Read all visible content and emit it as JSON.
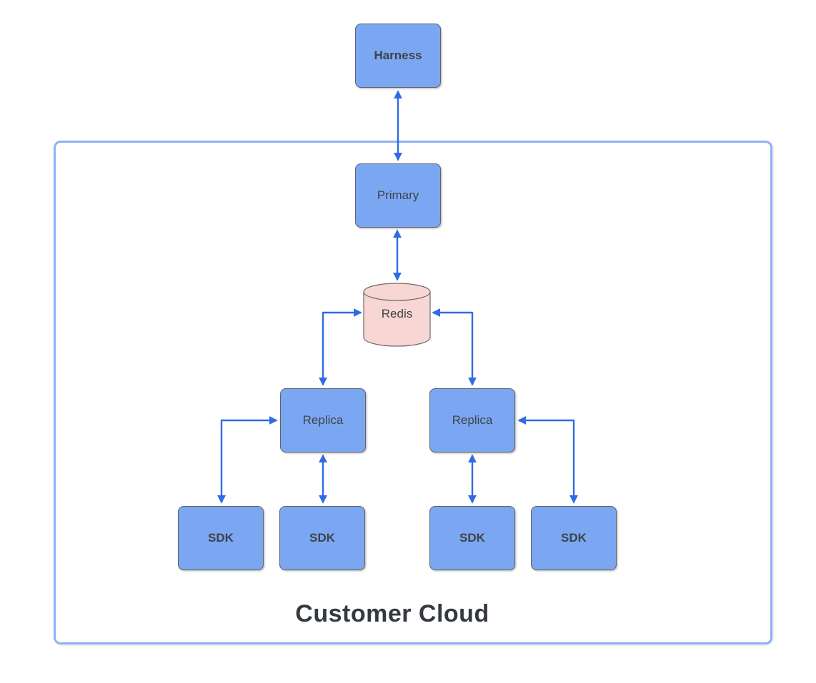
{
  "diagram": {
    "container": {
      "label": "Customer Cloud"
    },
    "nodes": [
      {
        "id": "harness",
        "label": "Harness",
        "type": "rect",
        "bold": true
      },
      {
        "id": "primary",
        "label": "Primary",
        "type": "rect",
        "bold": false
      },
      {
        "id": "redis",
        "label": "Redis",
        "type": "cylinder",
        "bold": false
      },
      {
        "id": "replica-left",
        "label": "Replica",
        "type": "rect",
        "bold": false
      },
      {
        "id": "replica-right",
        "label": "Replica",
        "type": "rect",
        "bold": false
      },
      {
        "id": "sdk-1",
        "label": "SDK",
        "type": "rect",
        "bold": true
      },
      {
        "id": "sdk-2",
        "label": "SDK",
        "type": "rect",
        "bold": true
      },
      {
        "id": "sdk-3",
        "label": "SDK",
        "type": "rect",
        "bold": true
      },
      {
        "id": "sdk-4",
        "label": "SDK",
        "type": "rect",
        "bold": true
      }
    ],
    "edges": [
      {
        "from": "harness",
        "to": "primary",
        "bidirectional": true,
        "shape": "straight-vertical"
      },
      {
        "from": "primary",
        "to": "redis",
        "bidirectional": true,
        "shape": "straight-vertical"
      },
      {
        "from": "redis",
        "to": "replica-left",
        "bidirectional": true,
        "shape": "elbow"
      },
      {
        "from": "redis",
        "to": "replica-right",
        "bidirectional": true,
        "shape": "elbow"
      },
      {
        "from": "sdk-1",
        "to": "replica-left",
        "bidirectional": true,
        "shape": "elbow"
      },
      {
        "from": "sdk-2",
        "to": "replica-left",
        "bidirectional": true,
        "shape": "straight-vertical"
      },
      {
        "from": "sdk-3",
        "to": "replica-right",
        "bidirectional": true,
        "shape": "straight-vertical"
      },
      {
        "from": "sdk-4",
        "to": "replica-right",
        "bidirectional": true,
        "shape": "elbow"
      }
    ],
    "colors": {
      "node_fill": "#7BA7F2",
      "node_border": "#5f6368",
      "cylinder_fill": "#F8D6D3",
      "arrow": "#2F6BE4",
      "container_border": "#8DB3F3",
      "label_text": "#3f4348",
      "title_text": "#343A40"
    }
  }
}
